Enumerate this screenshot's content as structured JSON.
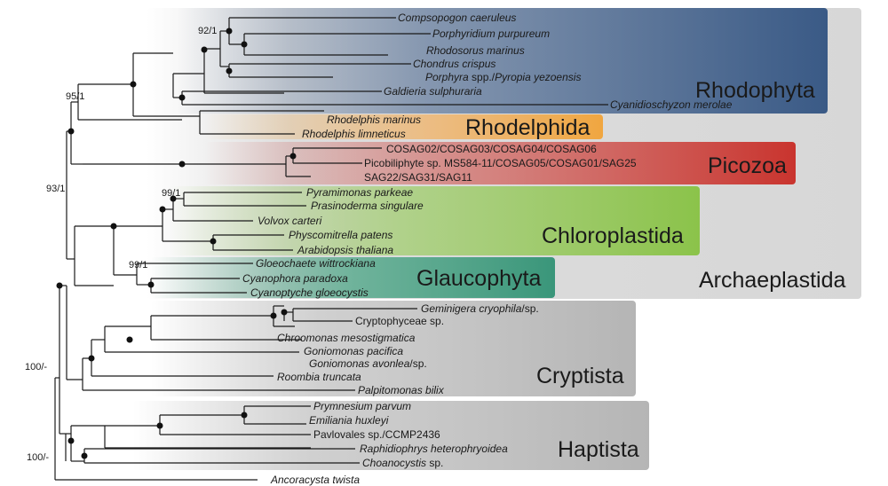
{
  "clades": {
    "rhodophyta": "Rhodophyta",
    "rhodelphida": "Rhodelphida",
    "picozoa": "Picozoa",
    "chloroplastida": "Chloroplastida",
    "glaucophyta": "Glaucophyta",
    "archaeplastida": "Archaeplastida",
    "cryptista": "Cryptista",
    "haptista": "Haptista"
  },
  "clade_colors": {
    "rhodophyta": "#3f5f8c",
    "rhodelphida": "#f0a640",
    "picozoa": "#cc3a33",
    "chloroplastida": "#8bc34a",
    "glaucophyta": "#3f9a7a",
    "archaeplastida": "#dcdcdc",
    "cryptista": "#b9b9b9",
    "haptista": "#b9b9b9"
  },
  "taxa": {
    "compsopogon": "Compsopogon caeruleus",
    "porphyridium": "Porphyridium purpureum",
    "rhodosorus": "Rhodosorus marinus",
    "chondrus": "Chondrus crispus",
    "porphyra_a": "Porphyra",
    "porphyra_b": " spp./",
    "porphyra_c": "Pyropia yezoensis",
    "galdieria": "Galdieria sulphuraria",
    "cyanidioschyzon": "Cyanidioschyzon merolae",
    "rhodelphis_marinus": "Rhodelphis marinus",
    "rhodelphis_limneticus": "Rhodelphis limneticus",
    "cosag": "COSAG02/COSAG03/COSAG04/COSAG06",
    "picobiliphyte": "Picobiliphyte sp. MS584-11/COSAG05/COSAG01/SAG25",
    "sag22": "SAG22/SAG31/SAG11",
    "pyramimonas": "Pyramimonas parkeae",
    "prasinoderma": "Prasinoderma singulare",
    "volvox": "Volvox carteri",
    "physcomitrella": "Physcomitrella patens",
    "arabidopsis": "Arabidopsis thaliana",
    "gloeochaete": "Gloeochaete wittrockiana",
    "cyanophora": "Cyanophora paradoxa",
    "cyanoptyche": "Cyanoptyche gloeocystis",
    "geminigera_a": "Geminigera cryophila",
    "geminigera_b": "/sp.",
    "cryptophyceae": "Cryptophyceae sp.",
    "chroomonas": "Chroomonas mesostigmatica",
    "goniomonas_pacifica": "Goniomonas pacifica",
    "goniomonas_avonlea_a": "Goniomonas avonlea",
    "goniomonas_avonlea_b": "/sp.",
    "roombia": "Roombia truncata",
    "palpitomonas": "Palpitomonas bilix",
    "prymnesium": "Prymnesium parvum",
    "emiliania": "Emiliania huxleyi",
    "pavlovales": "Pavlovales sp./CCMP2436",
    "raphidiophrys": "Raphidiophrys heterophryoidea",
    "choanocystis_a": "Choanocystis",
    "choanocystis_b": " sp.",
    "ancoracysta": "Ancoracysta twista"
  },
  "support": {
    "s92": "92/1",
    "s95": "95/1",
    "s93": "93/1",
    "s99a": "99/1",
    "s99b": "99/1",
    "s100a": "100/-",
    "s100b": "100/-"
  }
}
